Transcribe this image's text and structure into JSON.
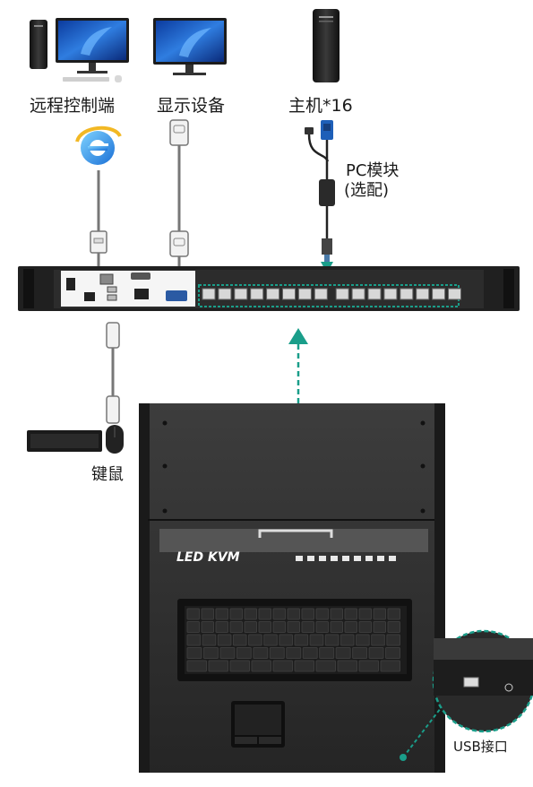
{
  "labels": {
    "remote_terminal": "远程控制端",
    "display_device": "显示设备",
    "host": "主机*16",
    "pc_module_line1": "PC模块",
    "pc_module_line2": "(选配)",
    "keyboard_mouse": "键鼠",
    "usb_port": "USB接口",
    "kvm_brand": "LED  KVM"
  },
  "accent_color": "#1a9e8a",
  "port_count": 16,
  "icons": [
    "ie-browser-icon",
    "usb-plug-icon",
    "vga-plug-icon",
    "rj45-plug-icon"
  ]
}
